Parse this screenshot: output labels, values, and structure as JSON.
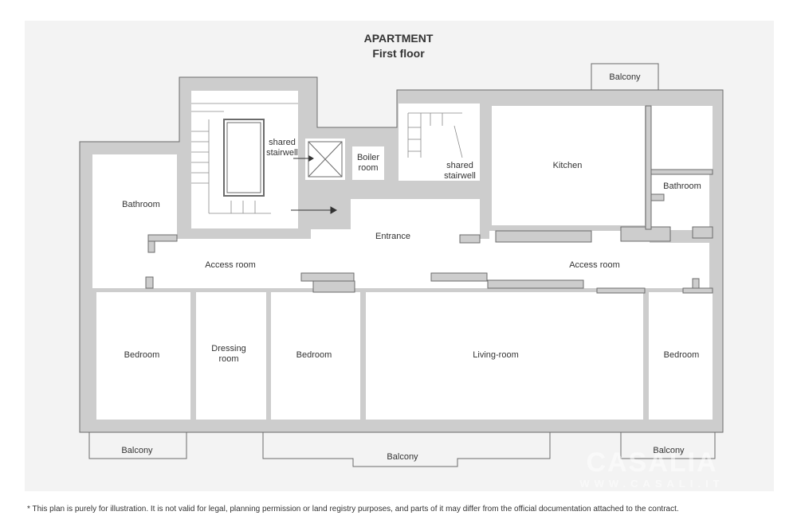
{
  "title": {
    "line1": "APARTMENT",
    "line2": "First floor"
  },
  "rooms": {
    "balcony_top": "Balcony",
    "shared_stairwell_left_line1": "shared",
    "shared_stairwell_left_line2": "stairwell",
    "boiler_line1": "Boiler",
    "boiler_line2": "room",
    "shared_stairwell_right_line1": "shared",
    "shared_stairwell_right_line2": "stairwell",
    "kitchen": "Kitchen",
    "bathroom_left": "Bathroom",
    "bathroom_right": "Bathroom",
    "entrance": "Entrance",
    "access_room_left": "Access room",
    "access_room_right": "Access room",
    "bedroom_1": "Bedroom",
    "dressing_line1": "Dressing",
    "dressing_line2": "room",
    "bedroom_2": "Bedroom",
    "living_room": "Living-room",
    "bedroom_3": "Bedroom",
    "balcony_bottom_left": "Balcony",
    "balcony_bottom_center": "Balcony",
    "balcony_bottom_right": "Balcony"
  },
  "watermark": {
    "brand": "CASALIA",
    "url": "WWW.CASALI.IT"
  },
  "disclaimer": "* This plan is purely for illustration. It is not valid for legal, planning permission or land registry purposes, and parts of it may differ from the official documentation attached to the contract."
}
